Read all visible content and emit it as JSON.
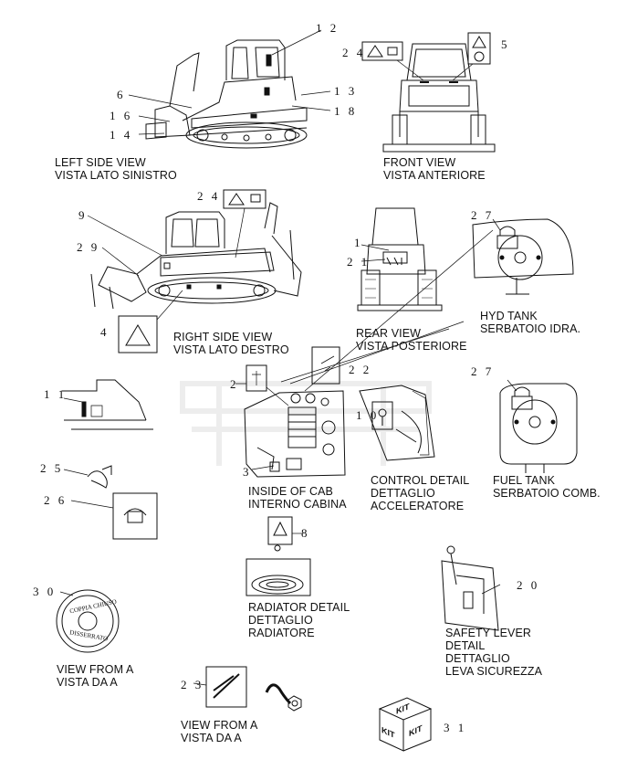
{
  "views": {
    "left_side": [
      "LEFT SIDE VIEW",
      "VISTA LATO SINISTRO"
    ],
    "front": [
      "FRONT VIEW",
      "VISTA ANTERIORE"
    ],
    "right_side": [
      "RIGHT SIDE VIEW",
      "VISTA LATO DESTRO"
    ],
    "rear": [
      "REAR VIEW",
      "VISTA POSTERIORE"
    ],
    "hyd_tank": [
      "HYD TANK",
      "SERBATOIO IDRA."
    ],
    "inside_cab": [
      "INSIDE OF CAB",
      "INTERNO CABINA"
    ],
    "control_detail": [
      "CONTROL DETAIL",
      "DETTAGLIO",
      "ACCELERATORE"
    ],
    "fuel_tank": [
      "FUEL TANK",
      "SERBATOIO COMB."
    ],
    "radiator_detail": [
      "RADIATOR DETAIL",
      "DETTAGLIO",
      "RADIATORE"
    ],
    "safety_lever": [
      "SAFETY LEVER",
      "DETAIL",
      "DETTAGLIO",
      "LEVA SICUREZZA"
    ],
    "view_from_a_1": [
      "VIEW FROM A",
      "VISTA DA A"
    ],
    "view_from_a_2": [
      "VIEW FROM A",
      "VISTA DA A"
    ]
  },
  "callouts": {
    "c12": "1 2",
    "c24a": "2 4",
    "c5": "5",
    "c6": "6",
    "c13": "1 3",
    "c16": "1 6",
    "c18": "1 8",
    "c14": "1 4",
    "c24b": "2 4",
    "c9": "9",
    "c27a": "2 7",
    "c1": "1",
    "c29": "2 9",
    "c21": "2 1",
    "c4": "4",
    "c2": "2",
    "c22": "2 2",
    "c11": "1 1",
    "c27b": "2 7",
    "c10": "1 0",
    "c25": "2 5",
    "c3": "3",
    "c26": "2 6",
    "c8": "8",
    "c30": "3 0",
    "c20": "2 0",
    "c23": "2 3",
    "c31": "3 1"
  },
  "decal_text": {
    "kit": "KIT",
    "coppia_top": "COPPIA CHIUSO",
    "coppia_bottom": "DISSERRATO"
  },
  "icons": [
    "safety-decal-icon",
    "padlock-icon",
    "kit-box-icon",
    "torque-plate-icon",
    "hose-icon",
    "nut-icon"
  ]
}
